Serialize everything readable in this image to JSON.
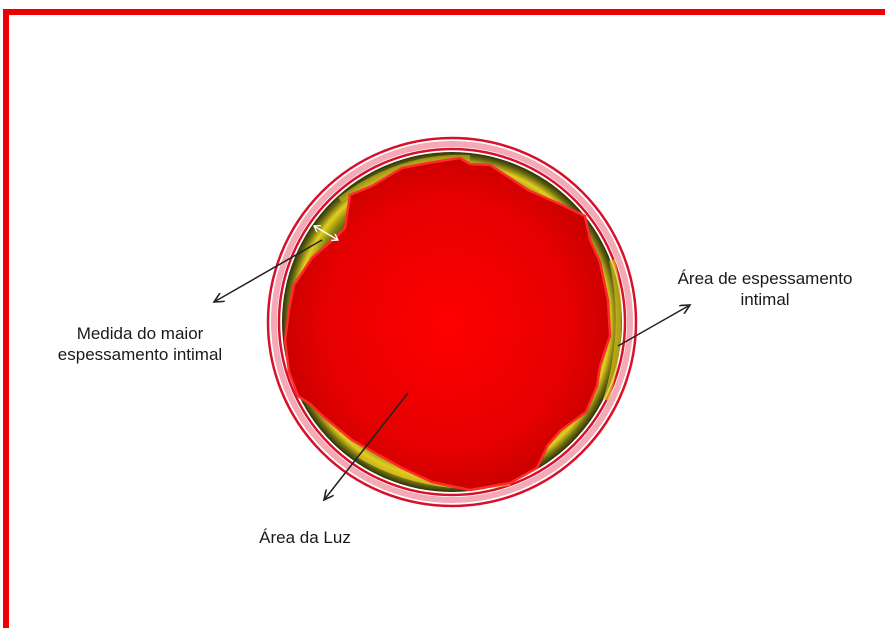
{
  "labels": {
    "max_thickness_line1": "Medida do maior",
    "max_thickness_line2": "espessamento intimal",
    "thickening_area_line1": "Área de espessamento",
    "thickening_area_line2": "intimal",
    "lumen_area": "Área da Luz"
  },
  "colors": {
    "frame_border": "#ee0000",
    "lumen_fill": "#e60000",
    "intima_yellow": "#d8c020",
    "intima_dark": "#2e3a08",
    "vessel_wall": "#d8102a",
    "arrow": "#222222"
  }
}
